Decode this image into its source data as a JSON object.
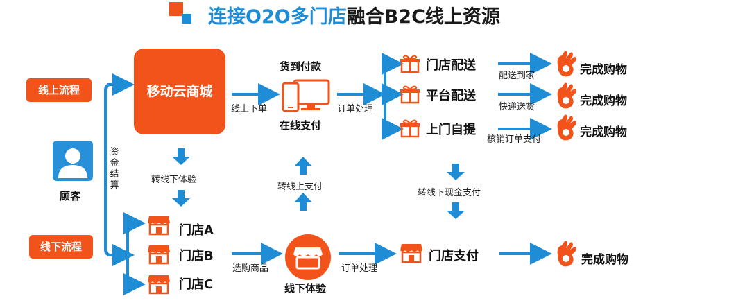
{
  "title": {
    "part1": "连接O2O多门店",
    "part2": "融合B2C线上资源"
  },
  "online_flow": "线上流程",
  "offline_flow": "线下流程",
  "customer": "顾客",
  "fund_settlement": "资金结算",
  "mobile_mall": "移动云商城",
  "cod": "货到付款",
  "online_order": "线上下单",
  "online_pay": "在线支付",
  "order_process_top": "订单处理",
  "delivery": [
    {
      "label": "门店配送",
      "note": "配送到家",
      "done": "完成购物"
    },
    {
      "label": "平台配送",
      "note": "快递送货",
      "done": "完成购物"
    },
    {
      "label": "上门自提",
      "note": "核销订单支付",
      "done": "完成购物"
    }
  ],
  "to_offline_exp": "转线下体验",
  "to_online_pay": "转线上支付",
  "to_offline_cash": "转线下现金支付",
  "stores": [
    "门店A",
    "门店B",
    "门店C"
  ],
  "select_goods": "选购商品",
  "offline_exp": "线下体验",
  "order_process_bottom": "订单处理",
  "store_pay": "门店支付",
  "done_bottom": "完成购物",
  "colors": {
    "orange": "#f2531a",
    "blue": "#1f8dd6"
  }
}
